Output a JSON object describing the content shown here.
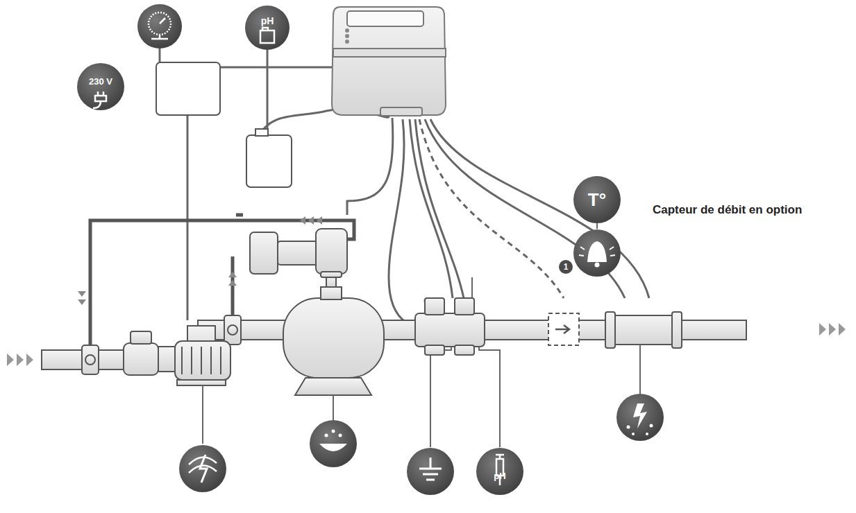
{
  "diagram": {
    "nodes": [
      {
        "text": [
          "230 V"
        ]
      },
      {
        "text": [
          "pH"
        ]
      },
      {
        "text": [
          "T°"
        ]
      },
      {
        "text": [
          "pH"
        ]
      }
    ],
    "labels": [
      "Capteur de débit en option",
      "1"
    ]
  }
}
